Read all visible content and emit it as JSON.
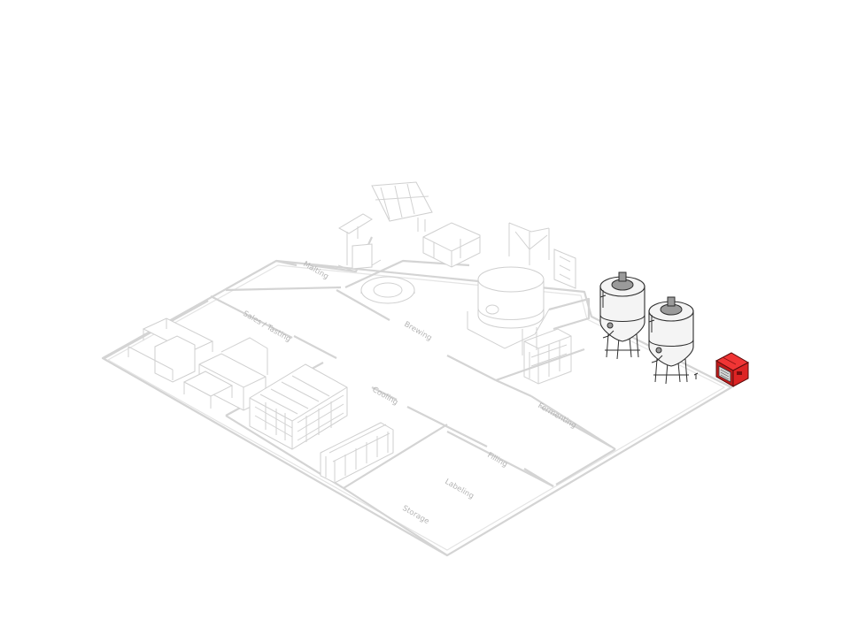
{
  "zones": {
    "malting": "Malting",
    "sales_tasting": "Sales / Tasting",
    "brewing": "Brewing",
    "cooling": "Cooling",
    "fermenting": "Fermenting",
    "filling": "Filling",
    "labeling": "Labeling",
    "storage": "Storage"
  },
  "colors": {
    "floor_outline": "#d4d4d4",
    "background_equipment": "#cfcfcf",
    "highlighted_tank": "#2e2e2e",
    "highlighted_unit": "#e02020"
  },
  "highlighted": [
    "fermentation-tank-1",
    "fermentation-tank-2",
    "red-cooling-unit"
  ]
}
